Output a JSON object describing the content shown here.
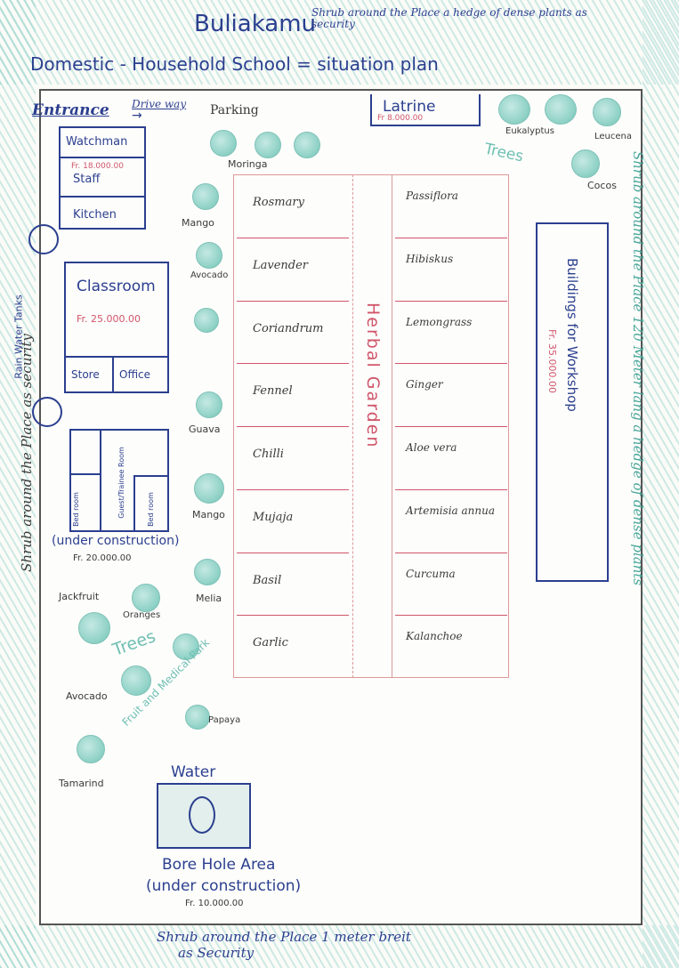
{
  "title": "Buliakamu",
  "top_note": "Shrub around the Place a hedge of dense plants as security",
  "subtitle": "Domestic - Household School  =  situation plan",
  "entrance": "Entrance",
  "driveway": "Drive way",
  "parking": "Parking",
  "latrine": {
    "name": "Latrine",
    "price": "Fr 8.000.00"
  },
  "watchman": "Watchman",
  "staff": {
    "name": "Staff",
    "price": "Fr. 18.000.00"
  },
  "kitchen": "Kitchen",
  "rain_water": "Rain Water Tanks",
  "classroom": {
    "name": "Classroom",
    "price": "Fr. 25.000.00",
    "store": "Store",
    "office": "Office"
  },
  "guest": {
    "bed1": "Bed room",
    "guest_room": "Guest/Trainee Room",
    "bed2": "Bed room",
    "note": "(under construction)",
    "price": "Fr. 20.000.00"
  },
  "workshop": {
    "name": "Buildings for Workshop",
    "price": "Fr. 35.000.00"
  },
  "herbal_garden": "Herbal Garden",
  "herbs_left": [
    "Rosmary",
    "Lavender",
    "Coriandrum",
    "Fennel",
    "Chilli",
    "Mujaja",
    "Basil",
    "Garlic"
  ],
  "herbs_right": [
    "Passiflora",
    "Hibiskus",
    "Lemongrass",
    "Ginger",
    "Aloe vera",
    "Artemisia annua",
    "Curcuma",
    "Kalanchoe"
  ],
  "trees_top": {
    "moringa": "Moringa",
    "eukalyptus": "Eukalyptus",
    "leucena": "Leucena",
    "trees": "Trees",
    "cocos": "Cocos"
  },
  "trees_left": {
    "mango1": "Mango",
    "avocado1": "Avocado",
    "guava": "Guava",
    "mango2": "Mango",
    "melia": "Melia"
  },
  "fruit_park": {
    "jackfruit": "Jackfruit",
    "oranges": "Oranges",
    "trees": "Trees",
    "label": "Fruit and Medical Park",
    "avocado": "Avocado",
    "papaya": "Papaya",
    "tamarind": "Tamarind"
  },
  "water": {
    "label": "Water",
    "area": "Bore Hole  Area",
    "note": "(under construction)",
    "price": "Fr. 10.000.00"
  },
  "shrub_left": "Shrub around the Place as security",
  "shrub_right": "Shrub around the Place 120 Meter lang a hedge of dense plants",
  "bottom_note": {
    "line1": "Shrub  around the Place 1 meter breit",
    "line2": "as Security"
  }
}
